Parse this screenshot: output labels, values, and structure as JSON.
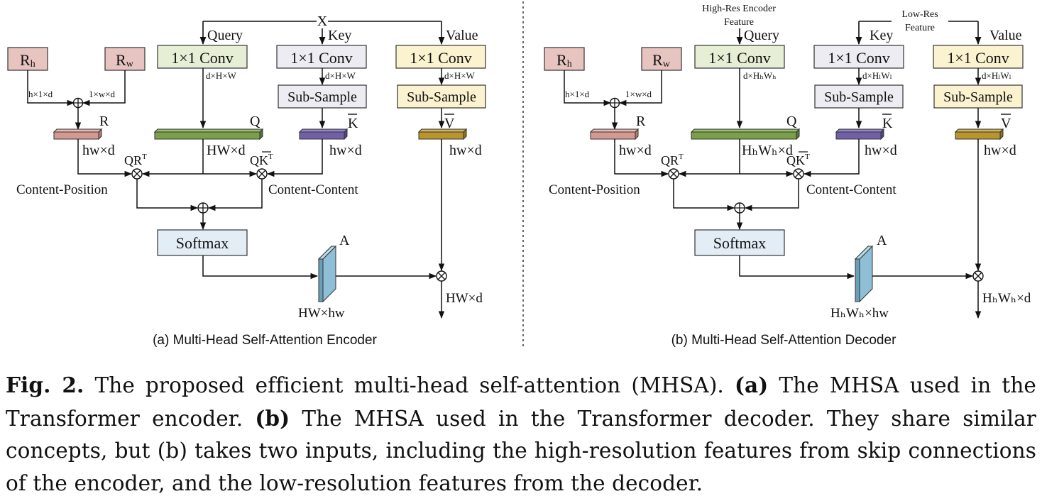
{
  "encoder": {
    "input": "X",
    "query": "Query",
    "key": "Key",
    "value": "Value",
    "conv": "1×1 Conv",
    "conv_dim": "d×H×W",
    "subsample": "Sub-Sample",
    "rh": "R",
    "rh_sub": "h",
    "rw": "R",
    "rw_sub": "w",
    "rh_dim": "h×1×d",
    "rw_dim": "1×w×d",
    "r_label": "R",
    "q_label": "Q",
    "k_label": "K",
    "v_label": "V",
    "r_dim": "hw×d",
    "q_dim": "HW×d",
    "k_dim": "hw×d",
    "v_dim": "hw×d",
    "qr_label": "QR",
    "qk_label": "QK",
    "transpose": "T",
    "content_position": "Content-Position",
    "content_content": "Content-Content",
    "softmax": "Softmax",
    "a_label": "A",
    "a_dim": "HW×hw",
    "out_dim": "HW×d",
    "subtitle": "(a) Multi-Head Self-Attention Encoder"
  },
  "decoder": {
    "high_res_1": "High-Res Encoder",
    "high_res_2": "Feature",
    "low_res_1": "Low-Res",
    "low_res_2": "Feature",
    "query": "Query",
    "key": "Key",
    "value": "Value",
    "conv": "1×1 Conv",
    "conv_dim_q": "d×HₕWₕ",
    "conv_dim_k": "d×HₗWₗ",
    "conv_dim_v": "d×HₗWₗ",
    "subsample": "Sub-Sample",
    "rh": "R",
    "rh_sub": "h",
    "rw": "R",
    "rw_sub": "w",
    "rh_dim": "h×1×d",
    "rw_dim": "1×w×d",
    "r_label": "R",
    "q_label": "Q",
    "k_label": "K",
    "v_label": "V",
    "r_dim": "hw×d",
    "q_dim": "HₕWₕ×d",
    "k_dim": "hw×d",
    "v_dim": "hw×d",
    "qr_label": "QR",
    "qk_label": "QK",
    "transpose": "T",
    "content_position": "Content-Position",
    "content_content": "Content-Content",
    "softmax": "Softmax",
    "a_label": "A",
    "a_dim": "HₕWₕ×hw",
    "out_dim": "HₕWₕ×d",
    "subtitle": "(b) Multi-Head Self-Attention Decoder"
  },
  "caption": {
    "label": "Fig. 2.",
    "text1": " The proposed efficient multi-head self-attention (MHSA). ",
    "a_label": "(a)",
    "text2": " The MHSA used in the Transformer encoder. ",
    "b_label": "(b)",
    "text3": " The MHSA used in the Transformer decoder. They share similar concepts, but (b) takes two inputs, including the high-resolution features from skip connections of the encoder, and the low-resolution features from the decoder."
  },
  "colors": {
    "r_box": "#e8c4c0",
    "q_conv": "#e6efd6",
    "k_conv": "#ececf2",
    "v_conv": "#fbf3cf",
    "softmax": "#e3edf5",
    "r_bar": "#d49a92",
    "q_bar": "#7aa04a",
    "k_bar": "#7160a8",
    "v_bar": "#b8962c",
    "a_bar": "#8fbfd6"
  }
}
